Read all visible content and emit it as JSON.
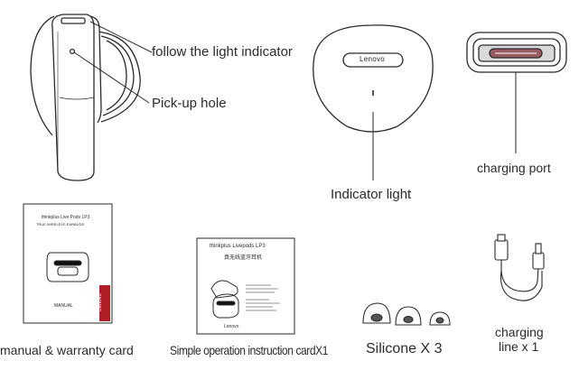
{
  "labels": {
    "follow_light": "follow the light indicator",
    "pickup_hole": "Pick-up hole",
    "indicator_light": "Indicator light",
    "charging_port": "charging port",
    "manual_card": "manual & warranty card",
    "simple_card": "Simple operation instruction cardX1",
    "silicone": "Silicone X 3",
    "charging_line_1": "charging",
    "charging_line_2": "line x 1"
  },
  "case_brand": "Lenovo",
  "manual": {
    "title": "thinkplus Live Pods LP3",
    "subtitle": "TRUE WIRELESS EARBUDS",
    "footer": "MANUAL",
    "side_brand": "Lenovo"
  },
  "simple_card": {
    "title": "thinkplus Livepods LP3",
    "subtitle": "真无线蓝牙耳机",
    "brand": "Lenovo"
  },
  "colors": {
    "line": "#2a2a2a",
    "brand_bar": "#b01d24",
    "tip_fill": "#555555"
  }
}
